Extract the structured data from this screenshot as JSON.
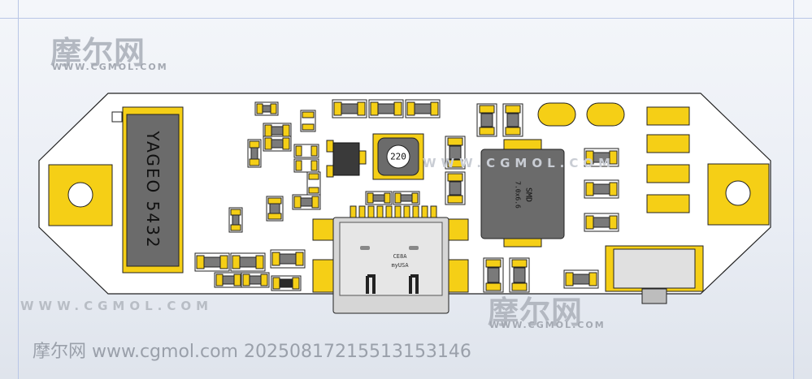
{
  "watermark": {
    "brand_cn": "摩尔网",
    "site_small": "www.cgmol.com",
    "site_wide": "WWW.CGMOL.COM",
    "site_mid": "WWW.CGMOL.COM"
  },
  "caption": "摩尔网 www.cgmol.com 20250817215513153146",
  "components": {
    "crystal_label": "YAGEO 5432",
    "inductor_small_label": "220",
    "inductor_large_label": "SMD",
    "inductor_large_sub": "7.0x6.6",
    "usb_mark_1": "CE8A",
    "usb_mark_2": "myUSA"
  },
  "colors": {
    "pcb": "#ffffff",
    "pad": "#f5cf16",
    "component_dark": "#6f6f6f",
    "outline": "#1a1a1a",
    "background": "#eef1f6"
  }
}
